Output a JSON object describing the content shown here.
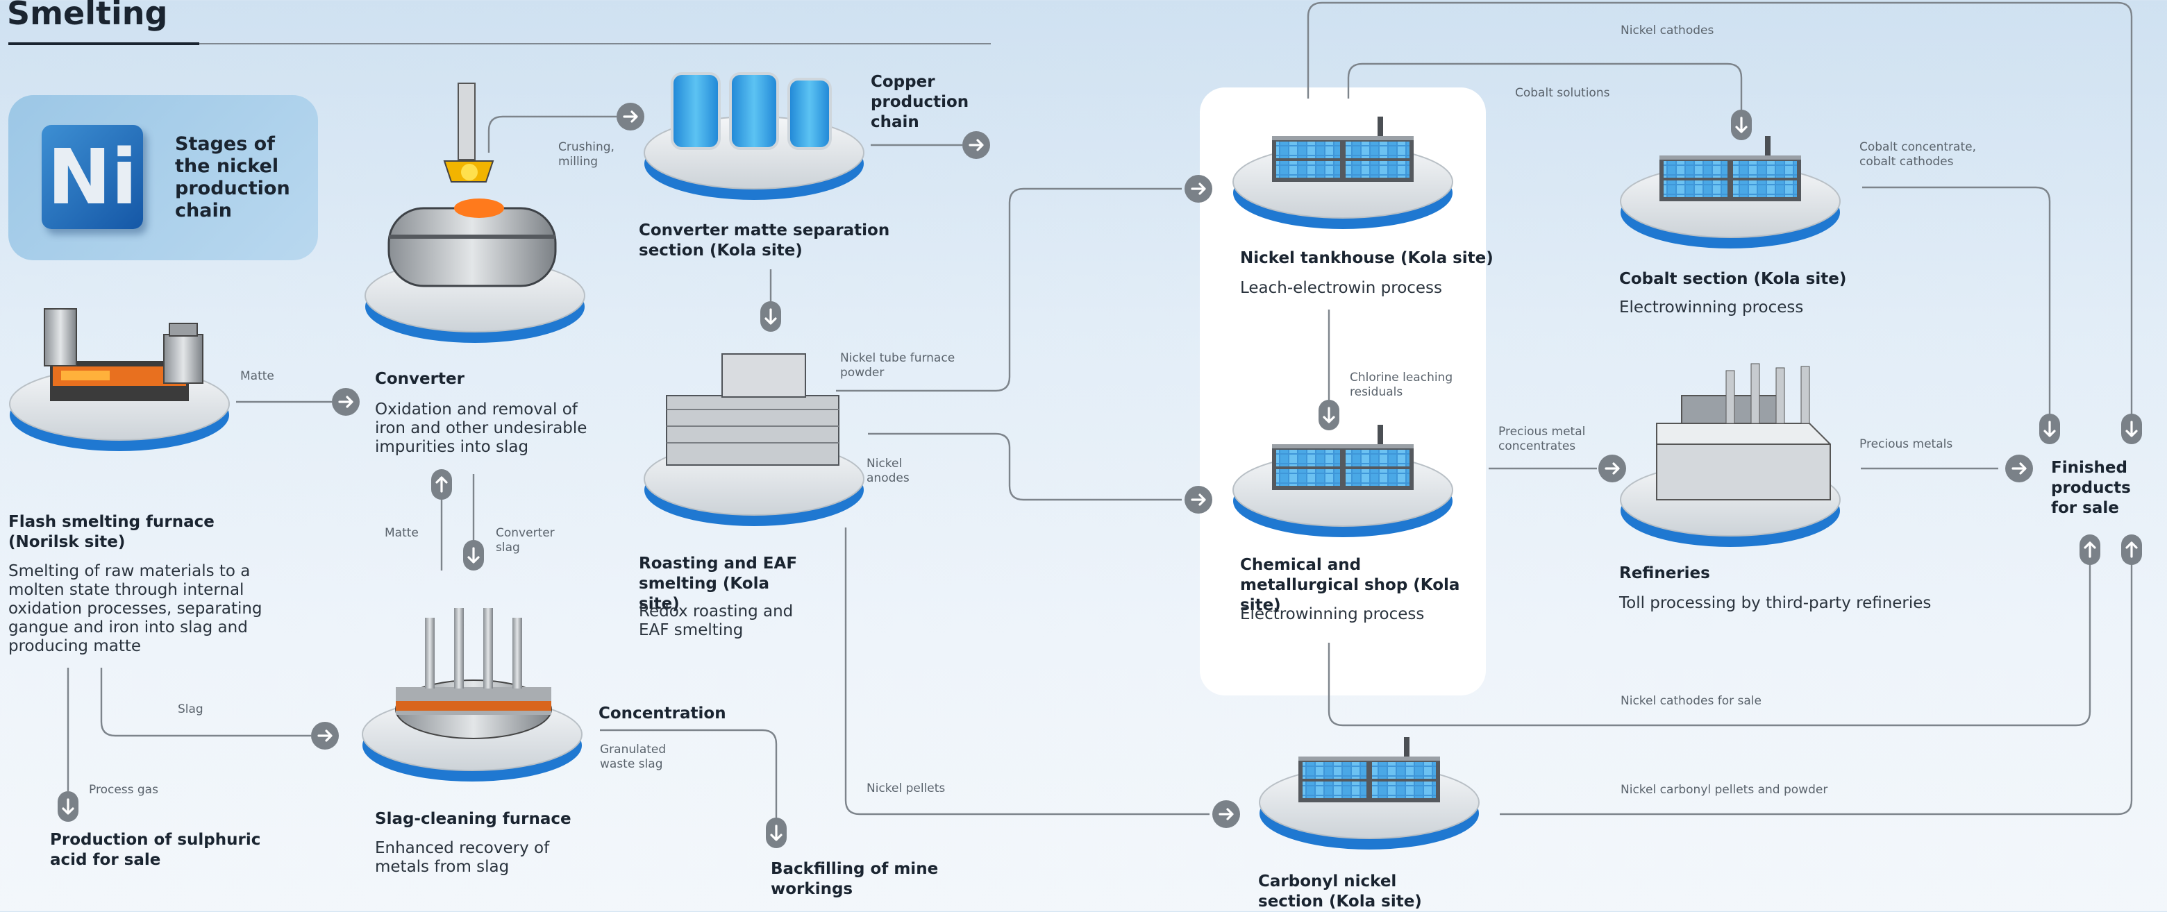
{
  "page": {
    "title": "Smelting"
  },
  "intro": {
    "logo_text": "Ni",
    "caption": "Stages of the nickel production chain"
  },
  "plants": {
    "flash": {
      "name": "Flash smelting furnace (Norilsk site)",
      "desc": "Smelting of raw materials to a molten state through internal oxidation processes, separating gangue and iron into slag and producing matte"
    },
    "converter": {
      "name": "Converter",
      "desc": "Oxidation and removal of iron and other undesirable impurities into slag"
    },
    "slag_cleaning": {
      "name": "Slag-cleaning furnace",
      "desc": "Enhanced recovery of metals from slag"
    },
    "sulphuric": {
      "name": "Production of sulphuric acid for sale"
    },
    "matte_separation": {
      "name": "Converter matte separation section (Kola site)"
    },
    "copper_chain": {
      "name": "Copper production chain"
    },
    "roasting": {
      "name": "Roasting and EAF smelting (Kola site)",
      "desc": "Redox roasting and EAF smelting"
    },
    "concentration": {
      "name": "Concentration"
    },
    "backfilling": {
      "name": "Backfilling of mine workings"
    },
    "tankhouse": {
      "name": "Nickel tankhouse (Kola site)",
      "desc": "Leach-electrowin process"
    },
    "chem_shop": {
      "name": "Chemical and metallurgical shop (Kola site)",
      "desc": "Electrowinning process"
    },
    "carbonyl": {
      "name": "Carbonyl nickel section (Kola site)"
    },
    "cobalt": {
      "name": "Cobalt section (Kola site)",
      "desc": "Electrowinning process"
    },
    "refineries": {
      "name": "Refineries",
      "desc": "Toll processing by third-party refineries"
    },
    "finished": {
      "name": "Finished products for sale"
    }
  },
  "flows": {
    "matte_1": "Matte",
    "matte_2": "Matte",
    "converter_slag": "Converter slag",
    "slag": "Slag",
    "process_gas": "Process gas",
    "crushing": "Crushing, milling",
    "granulated": "Granulated waste slag",
    "tube_powder": "Nickel tube furnace powder",
    "anodes": "Nickel anodes",
    "pellets": "Nickel pellets",
    "chlorine": "Chlorine leaching residuals",
    "nickel_cathodes": "Nickel cathodes",
    "cobalt_solutions": "Cobalt solutions",
    "cobalt_concentrate": "Cobalt concentrate, cobalt cathodes",
    "precious_conc": "Precious metal concentrates",
    "precious_metals": "Precious metals",
    "cathodes_sale": "Nickel cathodes for sale",
    "carbonyl_products": "Nickel carbonyl pellets and powder"
  },
  "colors": {
    "line": "#7d848b",
    "arrow_badge": "#7a8188",
    "platform_blue": "#1f78d1",
    "tank_blue": "#3aa9e8"
  }
}
